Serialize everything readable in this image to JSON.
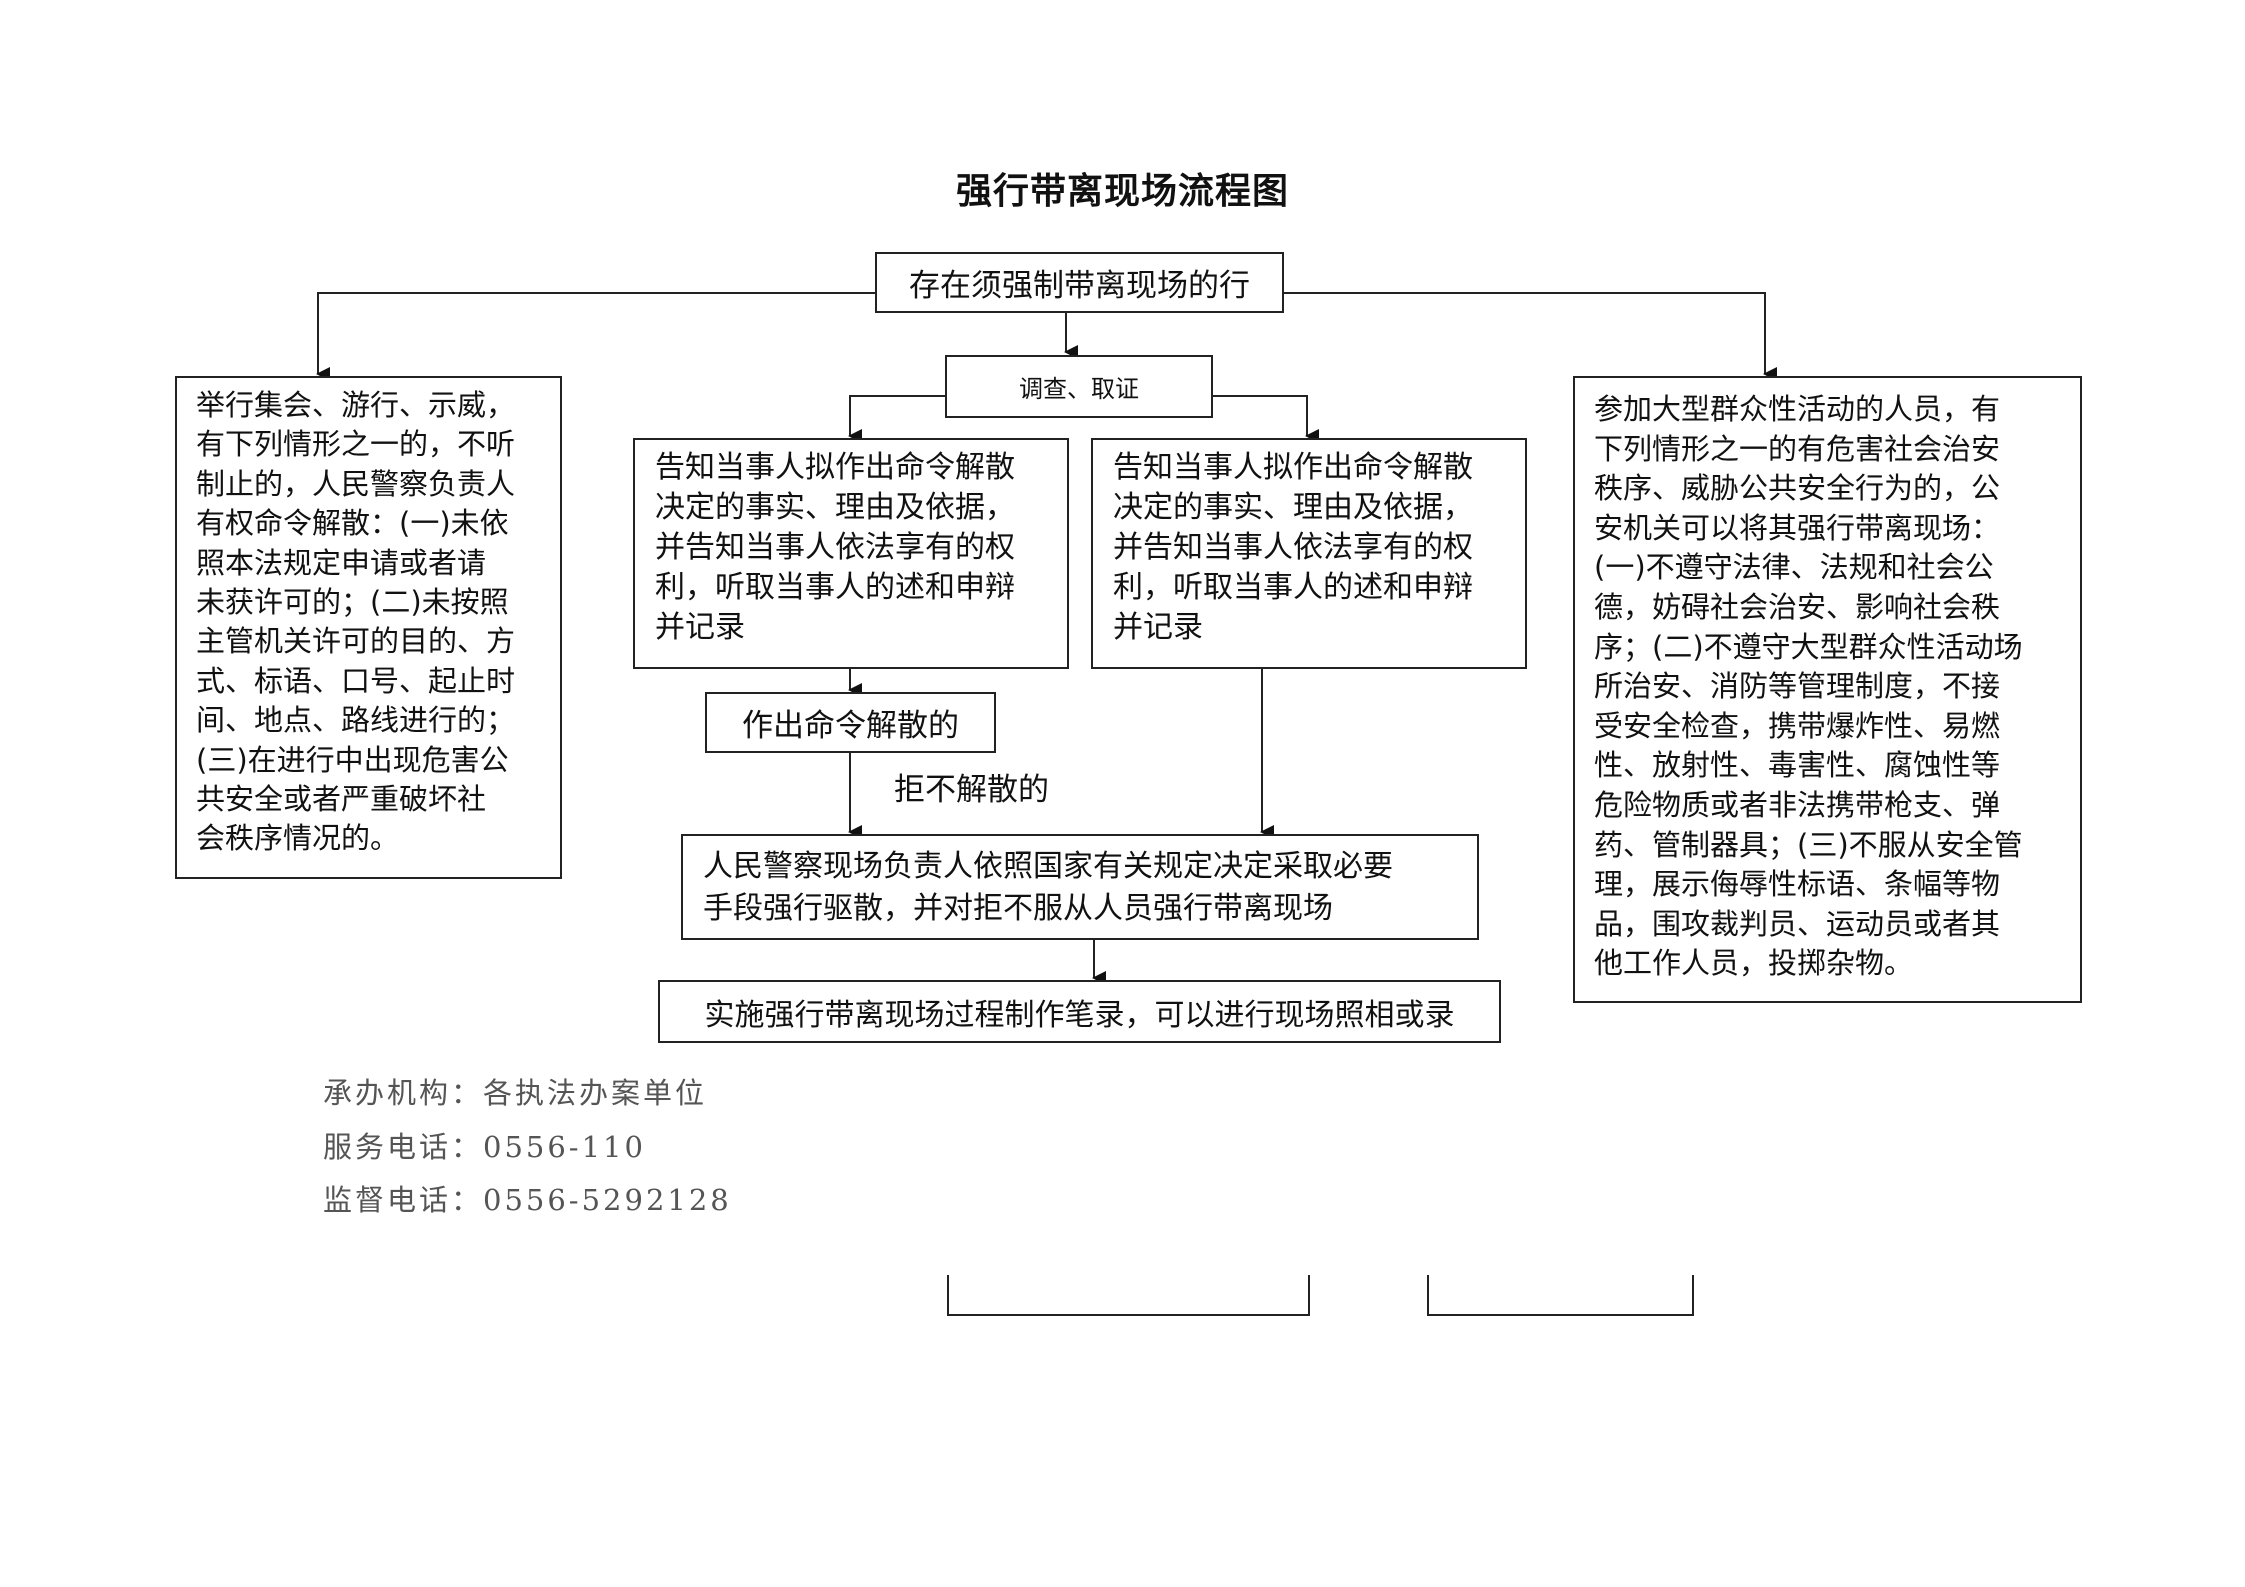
{
  "title": "强行带离现场流程图",
  "nodes": {
    "top": "存在须强制带离现场的行",
    "investigate": "调查、取证",
    "left_cond": "举行集会、游行、示威，\n有下列情形之一的，不听\n制止的，人民警察负责人\n有权命令解散：(一)未依\n照本法规定申请或者请\n未获许可的；(二)未按照\n主管机关许可的目的、方\n式、标语、口号、起止时\n间、地点、路线进行的；\n(三)在进行中出现危害公\n共安全或者严重破坏社\n会秩序情况的。",
    "notify_left": "告知当事人拟作出命令解散\n决定的事实、理由及依据，\n并告知当事人依法享有的权\n利，听取当事人的述和申辩\n并记录",
    "notify_right": "告知当事人拟作出命令解散\n决定的事实、理由及依据，\n并告知当事人依法享有的权\n利，听取当事人的述和申辩\n并记录",
    "disperse_order": "作出命令解散的",
    "refuse_label": "拒不解散的",
    "police_action": "人民警察现场负责人依照国家有关规定决定采取必要\n手段强行驱散，并对拒不服从人员强行带离现场",
    "record": "实施强行带离现场过程制作笔录，可以进行现场照相或录",
    "right_cond": "参加大型群众性活动的人员，有\n下列情形之一的有危害社会治安\n秩序、威胁公共安全行为的，公\n安机关可以将其强行带离现场：\n(一)不遵守法律、法规和社会公\n德，妨碍社会治安、影响社会秩\n序；(二)不遵守大型群众性活动场\n所治安、消防等管理制度，不接\n受安全检查，携带爆炸性、易燃\n性、放射性、毒害性、腐蚀性等\n危险物质或者非法携带枪支、弹\n药、管制器具；(三)不服从安全管\n理，展示侮辱性标语、条幅等物\n品，围攻裁判员、运动员或者其\n他工作人员，投掷杂物。"
  },
  "footer": {
    "org": "承办机构：各执法办案单位",
    "service_phone": "服务电话：0556-110",
    "supervise_phone": "监督电话：0556-5292128"
  }
}
